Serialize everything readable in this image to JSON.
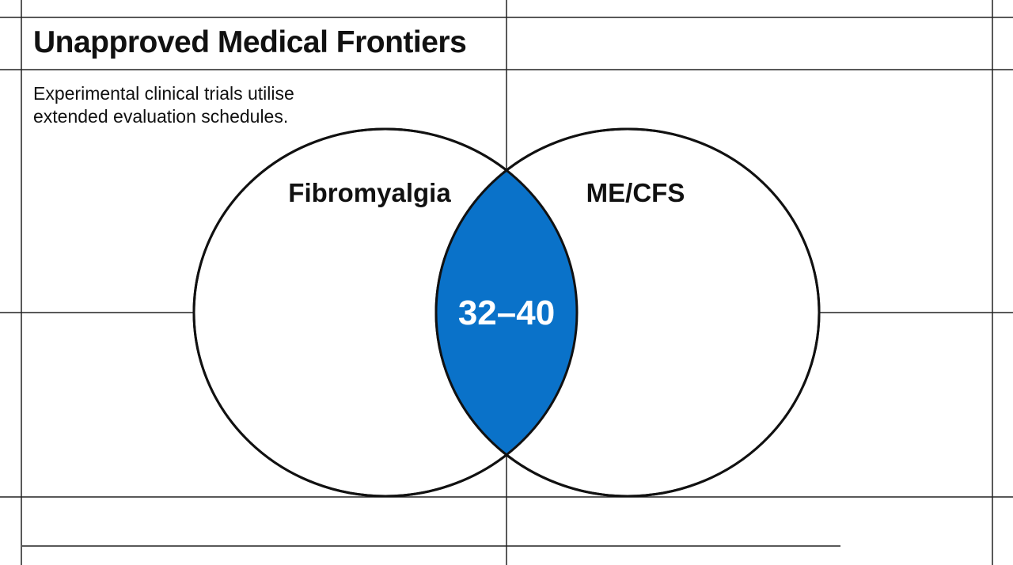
{
  "header": {
    "title": "Unapproved Medical Frontiers",
    "subtitle": "Experimental clinical trials utilise extended evaluation schedules."
  },
  "venn": {
    "sets": [
      {
        "label": "Fibromyalgia"
      },
      {
        "label": "ME/CFS"
      }
    ],
    "intersection": {
      "label": "32–40",
      "color": "#0A72C9"
    },
    "outline_color": "#111111"
  }
}
